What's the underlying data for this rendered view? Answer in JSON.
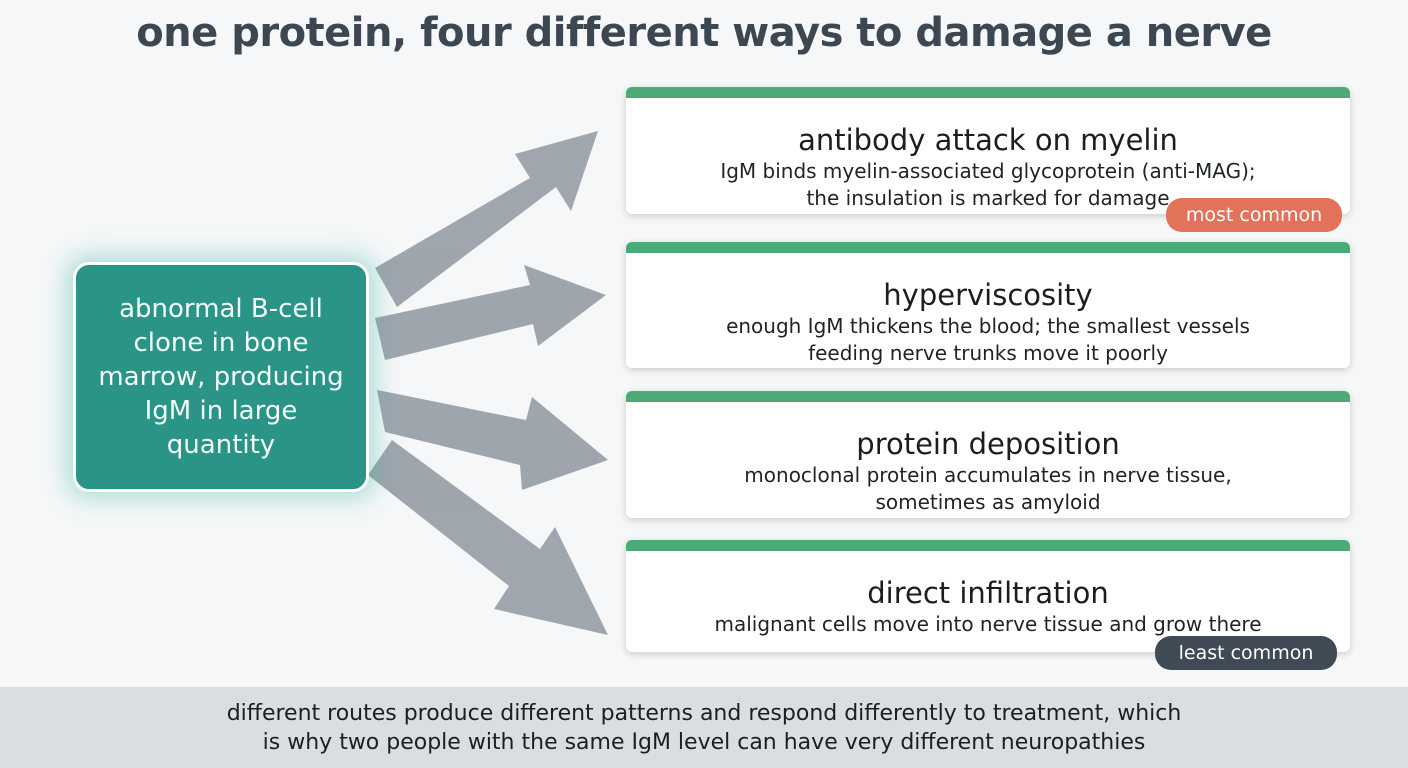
{
  "title": "one protein, four different ways to damage a nerve",
  "source": {
    "text": "abnormal B-cell clone in bone marrow, producing IgM in large quantity"
  },
  "mechanisms": [
    {
      "title": "antibody attack on myelin",
      "lines": [
        "IgM binds myelin-associated glycoprotein (anti-MAG);",
        "the insulation is marked for damage"
      ],
      "badge": "most common"
    },
    {
      "title": "hyperviscosity",
      "lines": [
        "enough IgM thickens the blood; the smallest vessels",
        "feeding nerve trunks move it poorly"
      ]
    },
    {
      "title": "protein deposition",
      "lines": [
        "monoclonal protein accumulates in nerve tissue,",
        "sometimes as amyloid"
      ]
    },
    {
      "title": "direct infiltration",
      "lines": [
        "malignant cells move into nerve tissue and grow there"
      ],
      "badge": "least common"
    }
  ],
  "footer": {
    "lines": [
      "different routes produce different patterns and respond differently to treatment, which",
      "is why two people with the same IgM level can have very different neuropathies"
    ]
  },
  "colors": {
    "source_fill": "#2a9486",
    "card_accent": "#4bab77",
    "arrow": "#9aa1a9",
    "badge_most": "#e2735a",
    "badge_least": "#3f4a54"
  }
}
